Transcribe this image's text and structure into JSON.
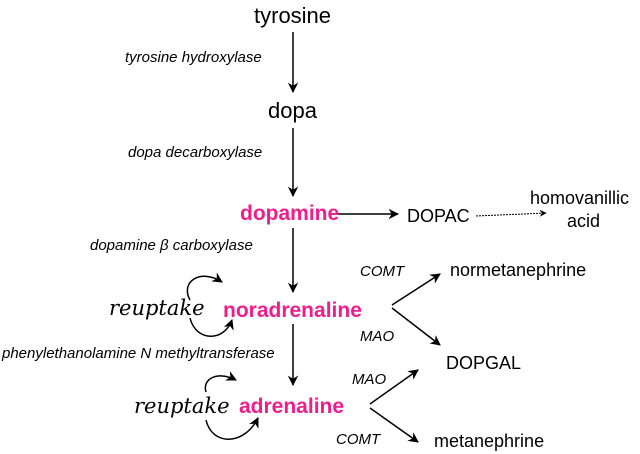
{
  "nodes": {
    "tyrosine": "tyrosine",
    "dopa": "dopa",
    "dopamine": "dopamine",
    "dopac": "DOPAC",
    "homovanillic_1": "homovanillic",
    "homovanillic_2": "acid",
    "noradrenaline": "noradrenaline",
    "normetanephrine": "normetanephrine",
    "dopgal": "DOPGAL",
    "adrenaline": "adrenaline",
    "metanephrine": "metanephrine"
  },
  "enzymes": {
    "tyrosine_hydroxylase": "tyrosine hydroxylase",
    "dopa_decarboxylase": "dopa decarboxylase",
    "dopamine_b_carboxylase": "dopamine β carboxylase",
    "pnmt": "phenylethanolamine N methyltransferase",
    "comt_1": "COMT",
    "mao_1": "MAO",
    "mao_2": "MAO",
    "comt_2": "COMT"
  },
  "reuptake": {
    "label_1": "reuptake",
    "label_2": "reuptake"
  },
  "colors": {
    "highlight": "#ee1f8c",
    "text": "#000000"
  }
}
